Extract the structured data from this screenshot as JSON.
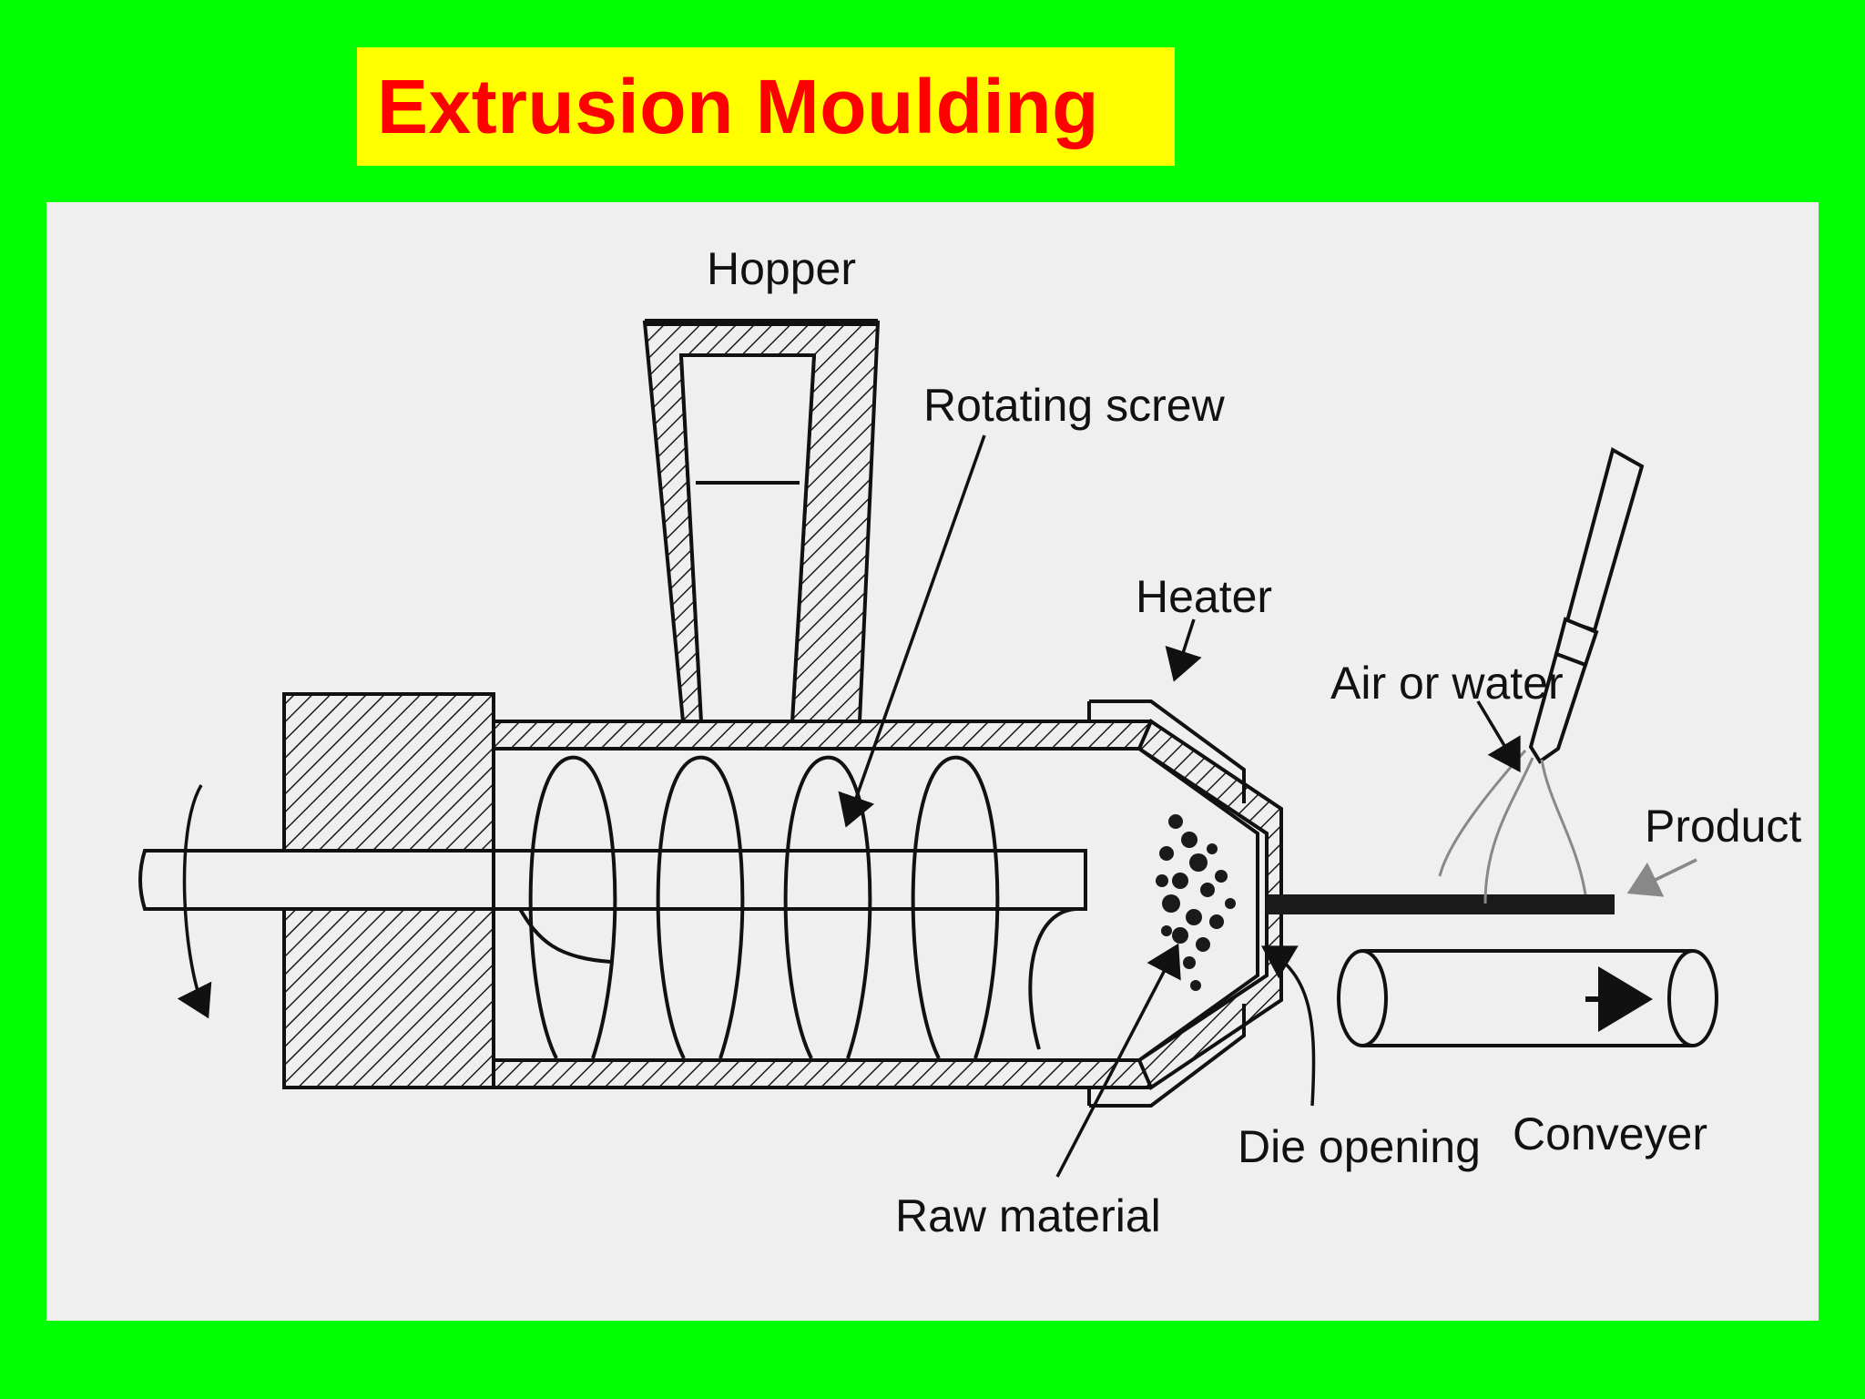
{
  "slide": {
    "title": "Extrusion Moulding",
    "colors": {
      "background": "#00ff00",
      "title_box": "#ffff00",
      "title_text": "#ff0000",
      "figure_paper": "#efefef",
      "ink": "#111111"
    }
  },
  "diagram": {
    "labels": {
      "hopper": "Hopper",
      "rotating_screw": "Rotating screw",
      "heater": "Heater",
      "air_or_water": "Air or water",
      "product": "Product",
      "die_opening": "Die opening",
      "conveyer": "Conveyer",
      "raw_material": "Raw material"
    }
  }
}
